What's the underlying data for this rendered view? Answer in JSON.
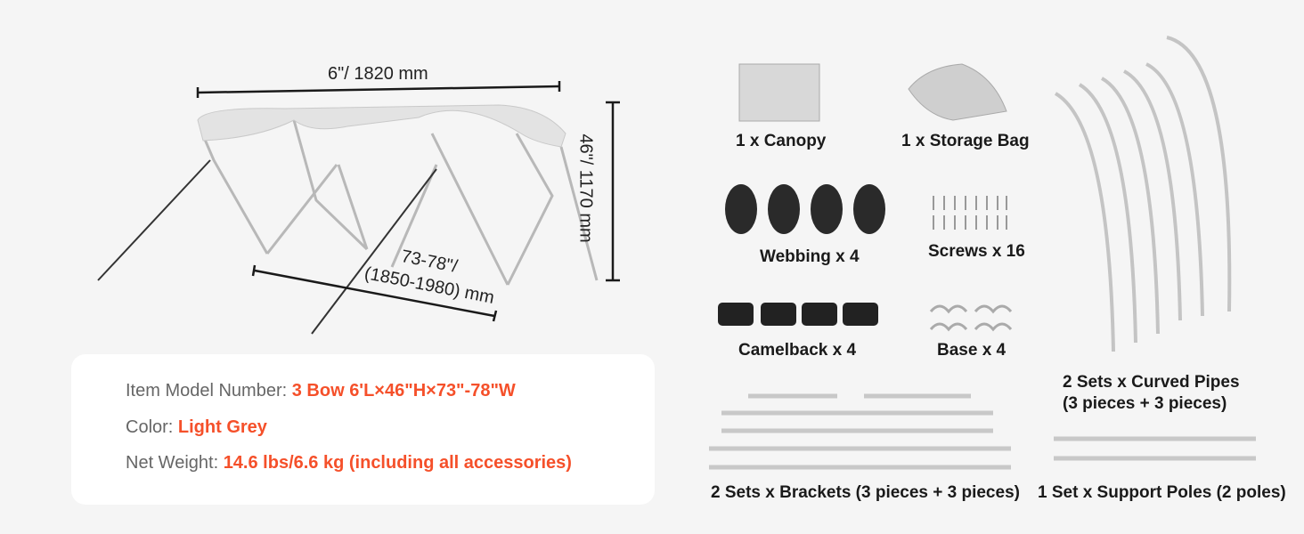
{
  "dimensions": {
    "length": "6\"/ 1820 mm",
    "height": "46\"/ 1170 mm",
    "width_line1": "73-78\"/",
    "width_line2": "(1850-1980) mm"
  },
  "specs": [
    {
      "label": "Item Model Number: ",
      "value": "3 Bow  6'L×46\"H×73\"-78\"W"
    },
    {
      "label": "Color: ",
      "value": "Light Grey"
    },
    {
      "label": "Net Weight: ",
      "value": "14.6 lbs/6.6 kg  (including all accessories)"
    }
  ],
  "parts": {
    "canopy": "1 x Canopy",
    "storage_bag": "1 x Storage Bag",
    "webbing": "Webbing x 4",
    "screws": "Screws x 16",
    "camelback": "Camelback x 4",
    "base": "Base x 4",
    "curved_pipes_1": "2 Sets x Curved Pipes",
    "curved_pipes_2": "(3 pieces + 3 pieces)",
    "brackets": "2 Sets x Brackets (3 pieces + 3 pieces)",
    "support_poles": "1 Set x Support Poles (2 poles)"
  },
  "colors": {
    "accent": "#f5502a",
    "background": "#f5f5f5"
  }
}
